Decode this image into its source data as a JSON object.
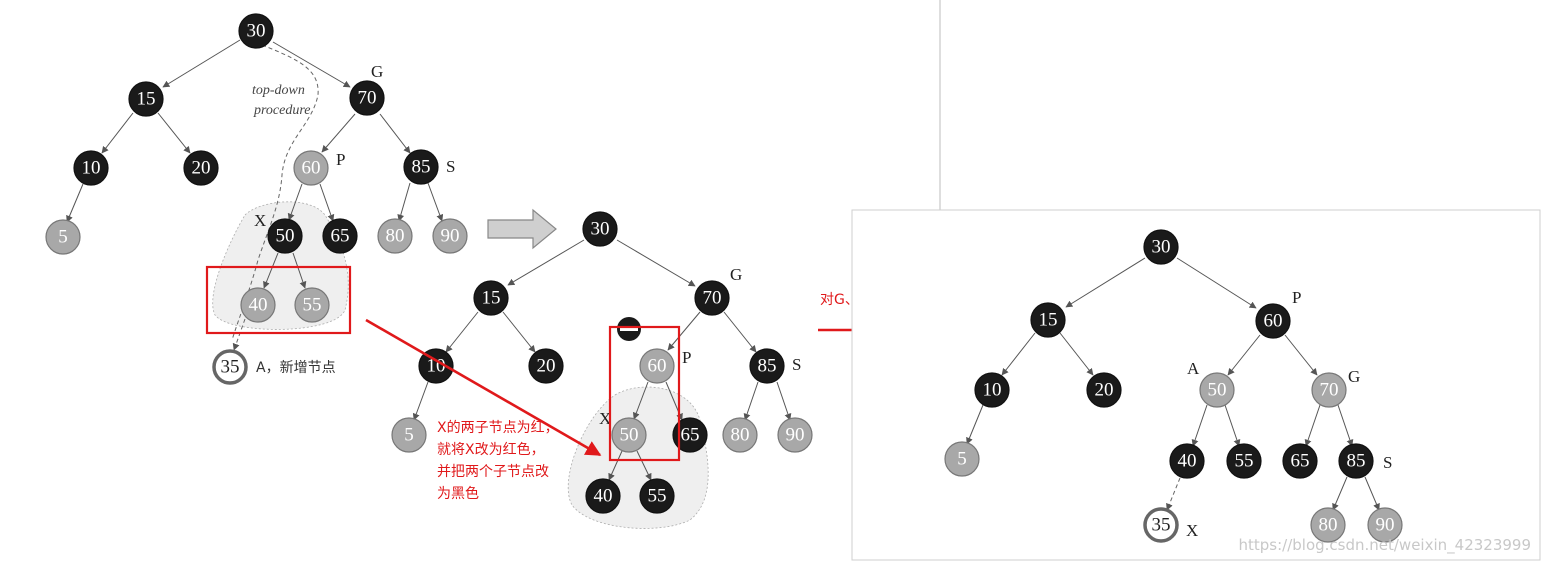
{
  "diagram1": {
    "nodes": {
      "n30": "30",
      "n15": "15",
      "n70": "70",
      "n10": "10",
      "n20": "20",
      "n60": "60",
      "n85": "85",
      "n5": "5",
      "n50": "50",
      "n65": "65",
      "n80": "80",
      "n90": "90",
      "n40": "40",
      "n55": "55",
      "n35": "35"
    },
    "labels": {
      "g": "G",
      "p": "P",
      "s": "S",
      "x": "X",
      "a_new": "A，新增节点"
    },
    "annotation": {
      "line1": "top-down",
      "line2": "procedure"
    }
  },
  "diagram2": {
    "nodes": {
      "n30": "30",
      "n15": "15",
      "n70": "70",
      "n10": "10",
      "n20": "20",
      "n60": "60",
      "n85": "85",
      "n5": "5",
      "n50": "50",
      "n65": "65",
      "n80": "80",
      "n90": "90",
      "n40": "40",
      "n55": "55"
    },
    "labels": {
      "g": "G",
      "p": "P",
      "s": "S",
      "x": "X"
    },
    "note": {
      "line1": "X的两子节点为红，",
      "line2": "就将X改为红色，",
      "line3": "并把两个子节点改",
      "line4": "为黑色"
    }
  },
  "diagram3": {
    "nodes": {
      "n30": "30",
      "n15": "15",
      "n60": "60",
      "n10": "10",
      "n20": "20",
      "n50": "50",
      "n70": "70",
      "n5": "5",
      "n40": "40",
      "n55": "55",
      "n65": "65",
      "n85": "85",
      "n35": "35",
      "n80": "80",
      "n90": "90"
    },
    "labels": {
      "p": "P",
      "a": "A",
      "g": "G",
      "s": "S",
      "x": "X"
    }
  },
  "rotation_note": "对G、P作右旋转",
  "watermark": "https://blog.csdn.net/weixin_42323999",
  "colors": {
    "black_node": "#1a1a1a",
    "red_node": "#a8a8a8",
    "highlight": "#e0191b"
  }
}
